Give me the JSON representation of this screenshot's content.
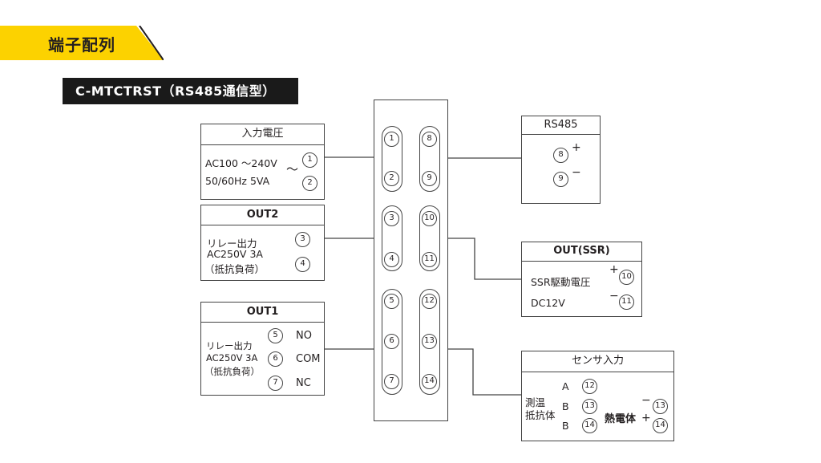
{
  "title": "端子配列",
  "model": "C-MTCTRST（RS485通信型）",
  "colors": {
    "banner": "#fcd200",
    "model_bg": "#1a1a1a",
    "line": "#444444"
  },
  "terminals": [
    "1",
    "2",
    "3",
    "4",
    "5",
    "6",
    "7",
    "8",
    "9",
    "10",
    "11",
    "12",
    "13",
    "14"
  ],
  "power": {
    "header": "入力電圧",
    "line1": "AC100 ～240V",
    "line2": "50/60Hz 5VA",
    "tilde": "～",
    "t1": "1",
    "t2": "2"
  },
  "out2": {
    "header": "OUT2",
    "line1": "リレー出力",
    "line2": "AC250V 3A",
    "line3": "（抵抗負荷）",
    "t1": "3",
    "t2": "4"
  },
  "out1": {
    "header": "OUT1",
    "line1": "リレー出力",
    "line2": "AC250V 3A",
    "line3": "（抵抗負荷）",
    "no": "NO",
    "com": "COM",
    "nc": "NC",
    "t1": "5",
    "t2": "6",
    "t3": "7"
  },
  "rs485": {
    "header": "RS485",
    "plus": "+",
    "minus": "−",
    "t1": "8",
    "t2": "9"
  },
  "ssr": {
    "header": "OUT(SSR)",
    "line1": "SSR駆動電圧",
    "line2": "DC12V",
    "plus": "+",
    "minus": "−",
    "t1": "10",
    "t2": "11"
  },
  "sensor": {
    "header": "センサ入力",
    "rtd1": "測温",
    "rtd2": "抵抗体",
    "a": "A",
    "b1": "B",
    "b2": "B",
    "tc": "熱電体",
    "minus": "−",
    "plus": "+",
    "t12": "12",
    "t13": "13",
    "t14": "14",
    "t13b": "13",
    "t14b": "14"
  }
}
